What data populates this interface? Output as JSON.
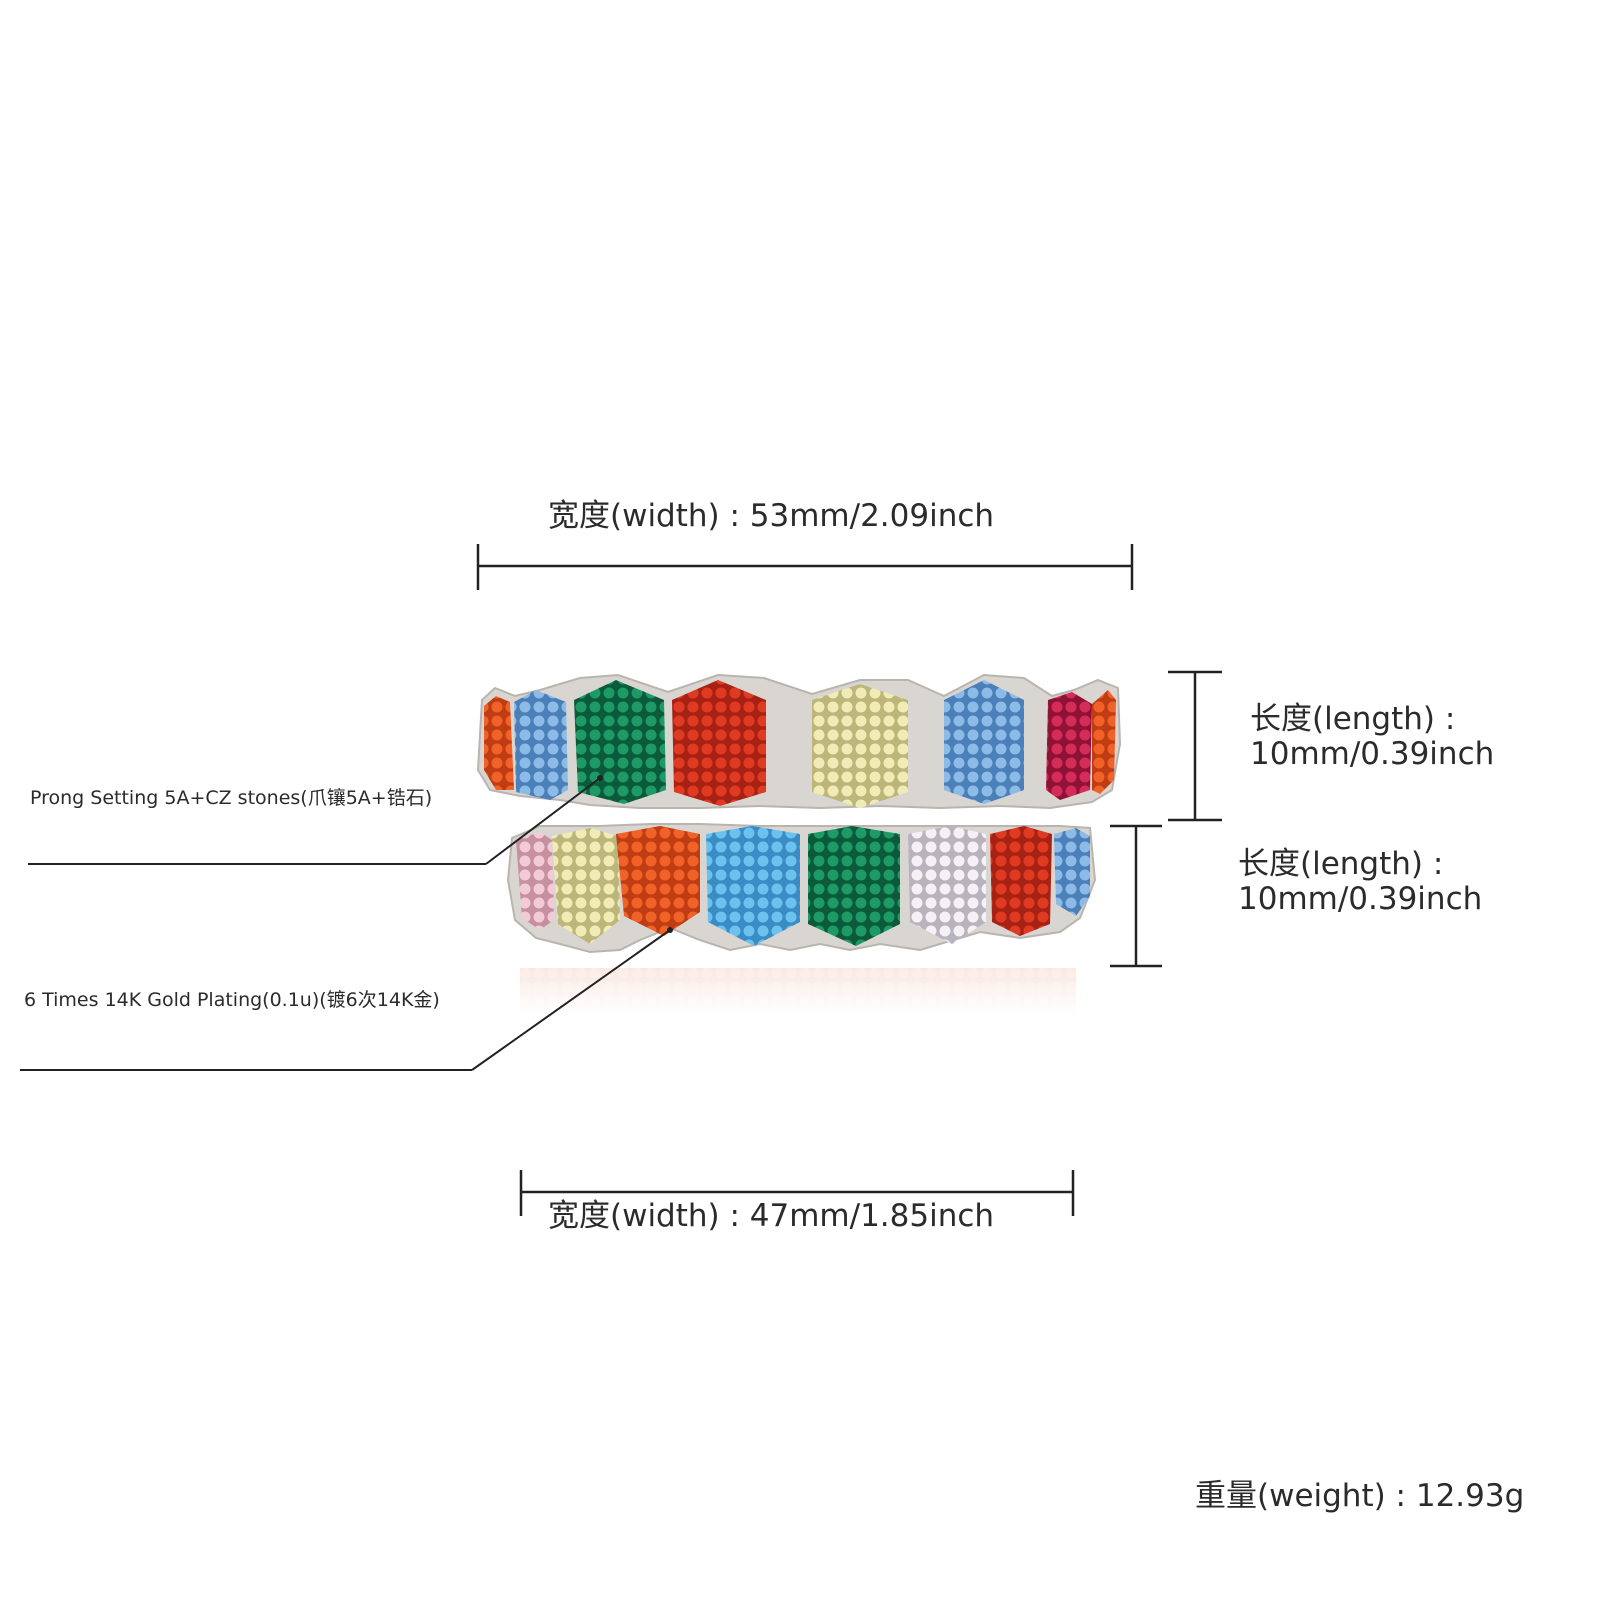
{
  "measurements": {
    "top_width": "宽度(width) : 53mm/2.09inch",
    "bottom_width": "宽度(width) : 47mm/1.85inch",
    "top_length_label": "长度(length) :",
    "top_length_value": "10mm/0.39inch",
    "bottom_length_label": "长度(length) :",
    "bottom_length_value": "10mm/0.39inch",
    "weight": "重量(weight) : 12.93g"
  },
  "callouts": {
    "prong": "Prong Setting 5A+CZ stones(爪镶5A+锆石)",
    "plating": "6 Times  14K  Gold  Plating(0.1u)(镀6次14K金)"
  },
  "colors": {
    "line": "#222222",
    "metal": "#d9d6d2",
    "orange": "#e8531e",
    "red": "#d8341f",
    "blue": "#6aa6dc",
    "sky": "#5fb6e6",
    "green": "#17835a",
    "yellow": "#e8e2a2",
    "pink": "#e6b7c4",
    "magenta": "#c2224b",
    "white": "#ece6ec"
  }
}
